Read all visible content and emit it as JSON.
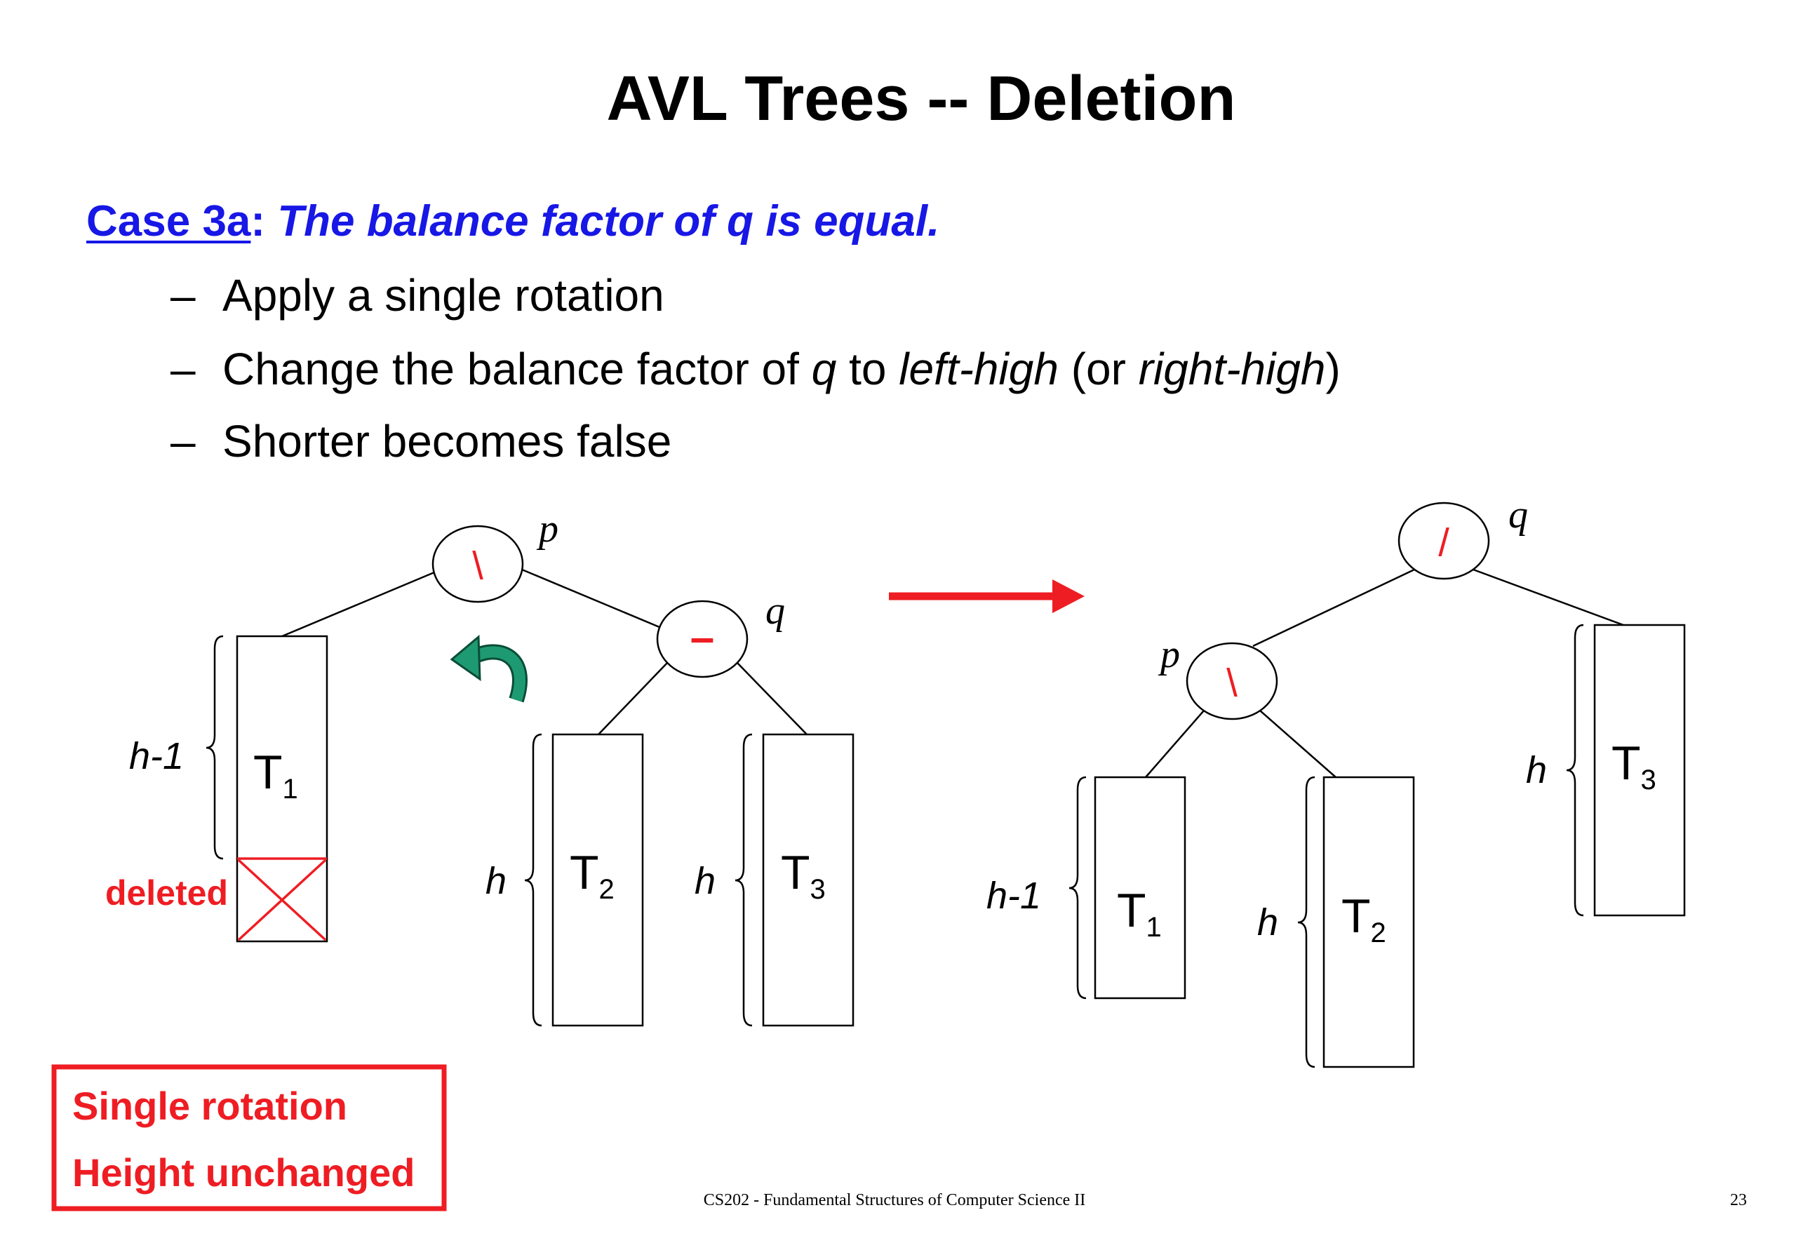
{
  "slide": {
    "title": "AVL Trees -- Deletion",
    "case": {
      "label": "Case 3a",
      "separator": ":",
      "description": "The balance factor of q is equal."
    },
    "bullets": [
      {
        "dash": "–",
        "parts": [
          "Apply a single rotation"
        ]
      },
      {
        "dash": "–",
        "parts": [
          "Change the balance factor of ",
          "q",
          " to ",
          "left-high",
          " (or ",
          "right-high",
          ")"
        ]
      },
      {
        "dash": "–",
        "parts": [
          "Shorter becomes false"
        ]
      }
    ]
  },
  "diagram": {
    "before": {
      "nodes": {
        "p": {
          "name": "p",
          "balance": "\\"
        },
        "q": {
          "name": "q",
          "balance": "–"
        }
      },
      "subtrees": {
        "t1": {
          "letter": "T",
          "index": "1",
          "height": "h-1"
        },
        "t2": {
          "letter": "T",
          "index": "2",
          "height": "h"
        },
        "t3": {
          "letter": "T",
          "index": "3",
          "height": "h"
        }
      },
      "deleted_label": "deleted"
    },
    "after": {
      "nodes": {
        "q": {
          "name": "q",
          "balance": "/"
        },
        "p": {
          "name": "p",
          "balance": "\\"
        }
      },
      "subtrees": {
        "t1": {
          "letter": "T",
          "index": "1",
          "height": "h-1"
        },
        "t2": {
          "letter": "T",
          "index": "2",
          "height": "h"
        },
        "t3": {
          "letter": "T",
          "index": "3",
          "height": "h"
        }
      }
    }
  },
  "callout": {
    "lines": [
      "Single rotation",
      "Height unchanged"
    ]
  },
  "footer": {
    "course": "CS202 - Fundamental Structures of Computer Science II",
    "page": "23"
  },
  "icons": {
    "rotation": "counterclockwise-rotation-arrow-icon",
    "transition": "right-arrow-icon"
  },
  "colors": {
    "heading_blue": "#1717e6",
    "emphasis_red": "#ee1d23",
    "rotation_green": "#1e9a72"
  }
}
